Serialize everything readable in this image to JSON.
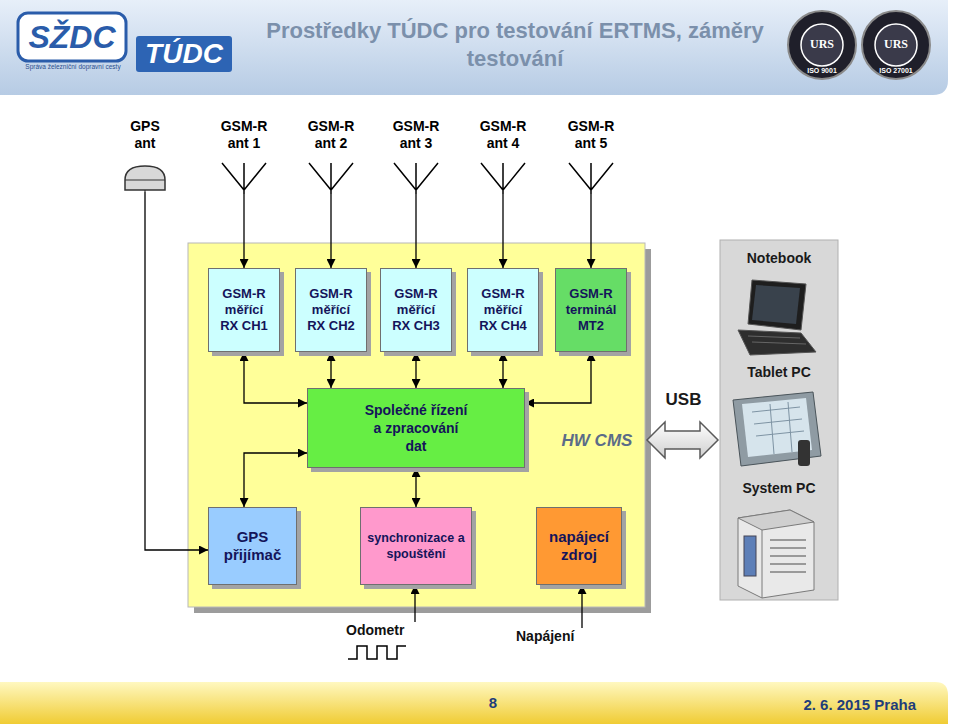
{
  "diagram": {
    "title": "Prostředky TÚDC pro testování ERTMS, záměry testování",
    "nodes": [
      {
        "text": [
          "GPS ant"
        ]
      },
      {
        "text": [
          "GSM-R ant 1"
        ]
      },
      {
        "text": [
          "GSM-R ant 2"
        ]
      },
      {
        "text": [
          "GSM-R ant 3"
        ]
      },
      {
        "text": [
          "GSM-R ant 4"
        ]
      },
      {
        "text": [
          "GSM-R ant 5"
        ]
      },
      {
        "text": [
          "HW CMS"
        ]
      },
      {
        "text": [
          "GSM-R měřící RX CH1"
        ],
        "in": 6
      },
      {
        "text": [
          "GSM-R měřící RX CH2"
        ],
        "in": 6
      },
      {
        "text": [
          "GSM-R měřící RX CH3"
        ],
        "in": 6
      },
      {
        "text": [
          "GSM-R měřící RX CH4"
        ],
        "in": 6
      },
      {
        "text": [
          "GSM-R terminál MT2"
        ],
        "in": 6
      },
      {
        "text": [
          "Společné řízení a zpracování dat"
        ],
        "in": 6
      },
      {
        "text": [
          "GPS přijímač"
        ],
        "in": 6
      },
      {
        "text": [
          "synchronizace a spouštění"
        ],
        "in": 6
      },
      {
        "text": [
          "napájecí zdroj"
        ],
        "in": 6
      },
      {
        "text": [
          "Notebook",
          "Tablet PC",
          "System PC"
        ]
      },
      {
        "text": [
          "Odometr"
        ]
      },
      {
        "text": [
          "Napájení"
        ]
      }
    ],
    "edges": [
      {
        "from": 1,
        "to": 7,
        "arrow": "to"
      },
      {
        "from": 2,
        "to": 8,
        "arrow": "to"
      },
      {
        "from": 3,
        "to": 9,
        "arrow": "to"
      },
      {
        "from": 4,
        "to": 10,
        "arrow": "to"
      },
      {
        "from": 5,
        "to": 11,
        "arrow": "to"
      },
      {
        "from": 0,
        "to": 13,
        "arrow": "to"
      },
      {
        "from": 7,
        "to": 12,
        "arrow": "both"
      },
      {
        "from": 8,
        "to": 12,
        "arrow": "both"
      },
      {
        "from": 9,
        "to": 12,
        "arrow": "both"
      },
      {
        "from": 10,
        "to": 12,
        "arrow": "both"
      },
      {
        "from": 11,
        "to": 12,
        "arrow": "both"
      },
      {
        "from": 12,
        "to": 13,
        "arrow": "both"
      },
      {
        "from": 12,
        "to": 14,
        "arrow": "both"
      },
      {
        "from": 17,
        "to": 14,
        "arrow": "to"
      },
      {
        "from": 18,
        "to": 15,
        "arrow": "to"
      },
      {
        "from": 6,
        "to": 16,
        "label": "USB",
        "arrow": "both"
      }
    ],
    "labels": [
      "SŽDC",
      "Správa železniční dopravní cesty",
      "TÚDC",
      "URS",
      "ISO 9001",
      "URS",
      "ISO 27001",
      "8",
      "2. 6. 2015 Praha"
    ]
  }
}
